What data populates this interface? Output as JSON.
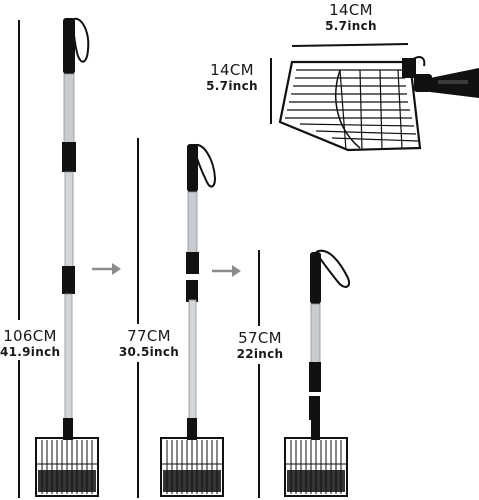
{
  "labels": {
    "tall": {
      "cm": "106CM",
      "inch": "41.9inch"
    },
    "medium": {
      "cm": "77CM",
      "inch": "30.5inch"
    },
    "short": {
      "cm": "57CM",
      "inch": "22inch"
    },
    "head_width": {
      "cm": "14CM",
      "inch": "5.7inch"
    },
    "head_depth": {
      "cm": "14CM",
      "inch": "5.7inch"
    }
  },
  "colors": {
    "handle": "#111111",
    "pole": "#c8ccd0",
    "arrow": "#8c8c8c"
  }
}
